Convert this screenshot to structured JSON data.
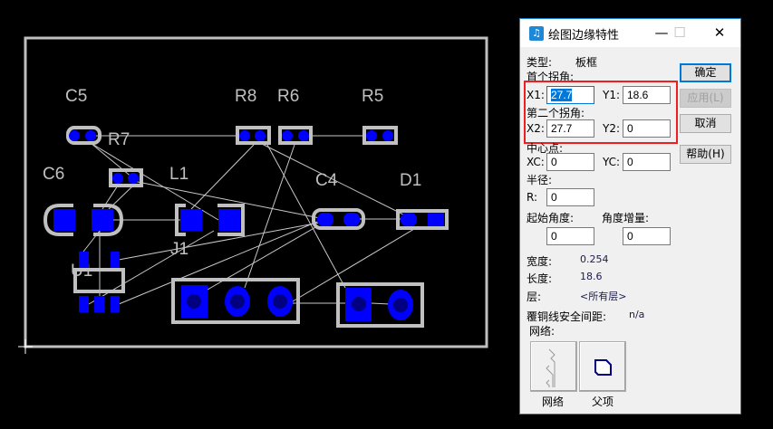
{
  "pcb": {
    "components": {
      "c5": "C5",
      "r8": "R8",
      "r6": "R6",
      "r5": "R5",
      "r7": "R7",
      "c6": "C6",
      "l1": "L1",
      "c4": "C4",
      "d1": "D1",
      "j1": "J1",
      "u1": "U1"
    },
    "colors": {
      "pad": "#0000ff",
      "outline": "#c0c0c0",
      "ratsnest": "#c8c8c8",
      "hole": "#000080"
    }
  },
  "dialog": {
    "title": "绘图边缘特性",
    "type_label": "类型:",
    "type_value": "板框",
    "first_corner": "首个拐角:",
    "x1_label": "X1:",
    "x1": "27.7",
    "y1_label": "Y1:",
    "y1": "18.6",
    "second_corner": "第二个拐角:",
    "x2_label": "X2:",
    "x2": "27.7",
    "y2_label": "Y2:",
    "y2": "0",
    "center": "中心点:",
    "xc_label": "XC:",
    "xc": "0",
    "yc_label": "YC:",
    "yc": "0",
    "radius": "半径:",
    "r_label": "R:",
    "r": "0",
    "start_angle": "起始角度:",
    "start_angle_value": "0",
    "angle_inc": "角度增量:",
    "angle_inc_value": "0",
    "width_label": "宽度:",
    "width_value": "0.254",
    "length_label": "长度:",
    "length_value": "18.6",
    "layer_label": "层:",
    "layer_value": "<所有层>",
    "clearance_label": "覆铜线安全间距:",
    "clearance_value": "n/a",
    "net_label": "网络:",
    "buttons": {
      "ok": "确定",
      "apply": "应用(L)",
      "cancel": "取消",
      "help": "帮助(H)",
      "net": "网络",
      "parent": "父项"
    },
    "window": {
      "minimize": "—",
      "maximize": "☐",
      "close": "✕"
    }
  }
}
